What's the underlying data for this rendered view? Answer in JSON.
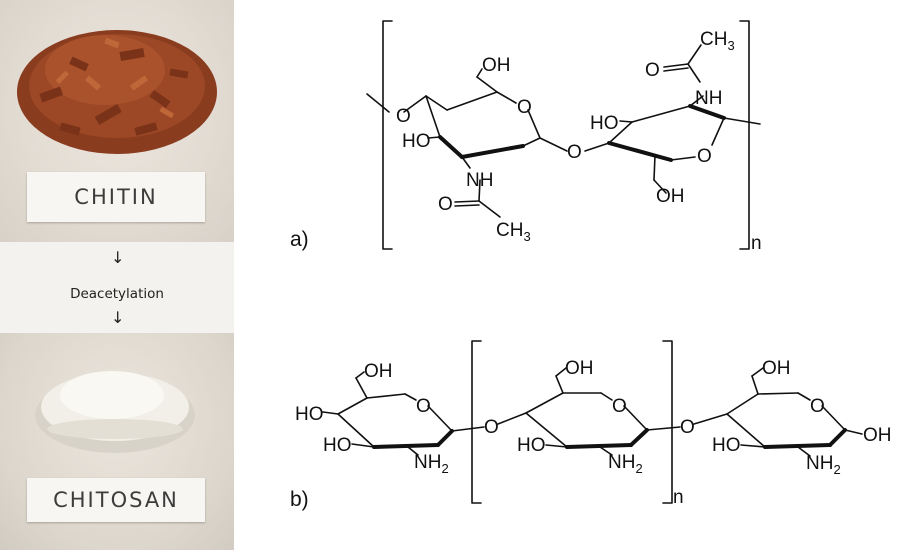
{
  "chitin": {
    "label": "CHITIN",
    "structure_label": "a)",
    "repeat_subscript": "n",
    "groups": {
      "oh_top": "OH",
      "ho_ring": "HO",
      "ch3_top": "CH",
      "ch3_top_sub": "3",
      "o_carbonyl_top": "O",
      "nh_top": "NH",
      "ho_right": "HO",
      "ring_o_right": "O",
      "oh_bottom": "OH",
      "o_left": "O",
      "ring_o_left": "O",
      "glyco_o": "O",
      "nh_bottom": "NH",
      "o_carbonyl_bottom": "O",
      "ch3_bottom": "CH",
      "ch3_bottom_sub": "3"
    }
  },
  "process": {
    "label": "Deacetylation"
  },
  "chitosan": {
    "label": "CHITOSAN",
    "structure_label": "b)",
    "repeat_subscript": "n",
    "groups": {
      "r1_oh": "OH",
      "r1_ho_top": "HO",
      "r1_ho_bottom": "HO",
      "r1_ring_o": "O",
      "r1_nh2": "NH",
      "r1_nh2_sub": "2",
      "link1_o": "O",
      "r2_oh": "OH",
      "r2_ho": "HO",
      "r2_ring_o": "O",
      "r2_nh2": "NH",
      "r2_nh2_sub": "2",
      "link2_o": "O",
      "r3_oh": "OH",
      "r3_ho": "HO",
      "r3_ring_o": "O",
      "r3_oh_end": "OH",
      "r3_nh2": "NH",
      "r3_nh2_sub": "2"
    }
  },
  "colors": {
    "chitin_flakes": "#8a3c1e",
    "chitosan_powder": "#f2efe8",
    "background": "#ffffff"
  }
}
